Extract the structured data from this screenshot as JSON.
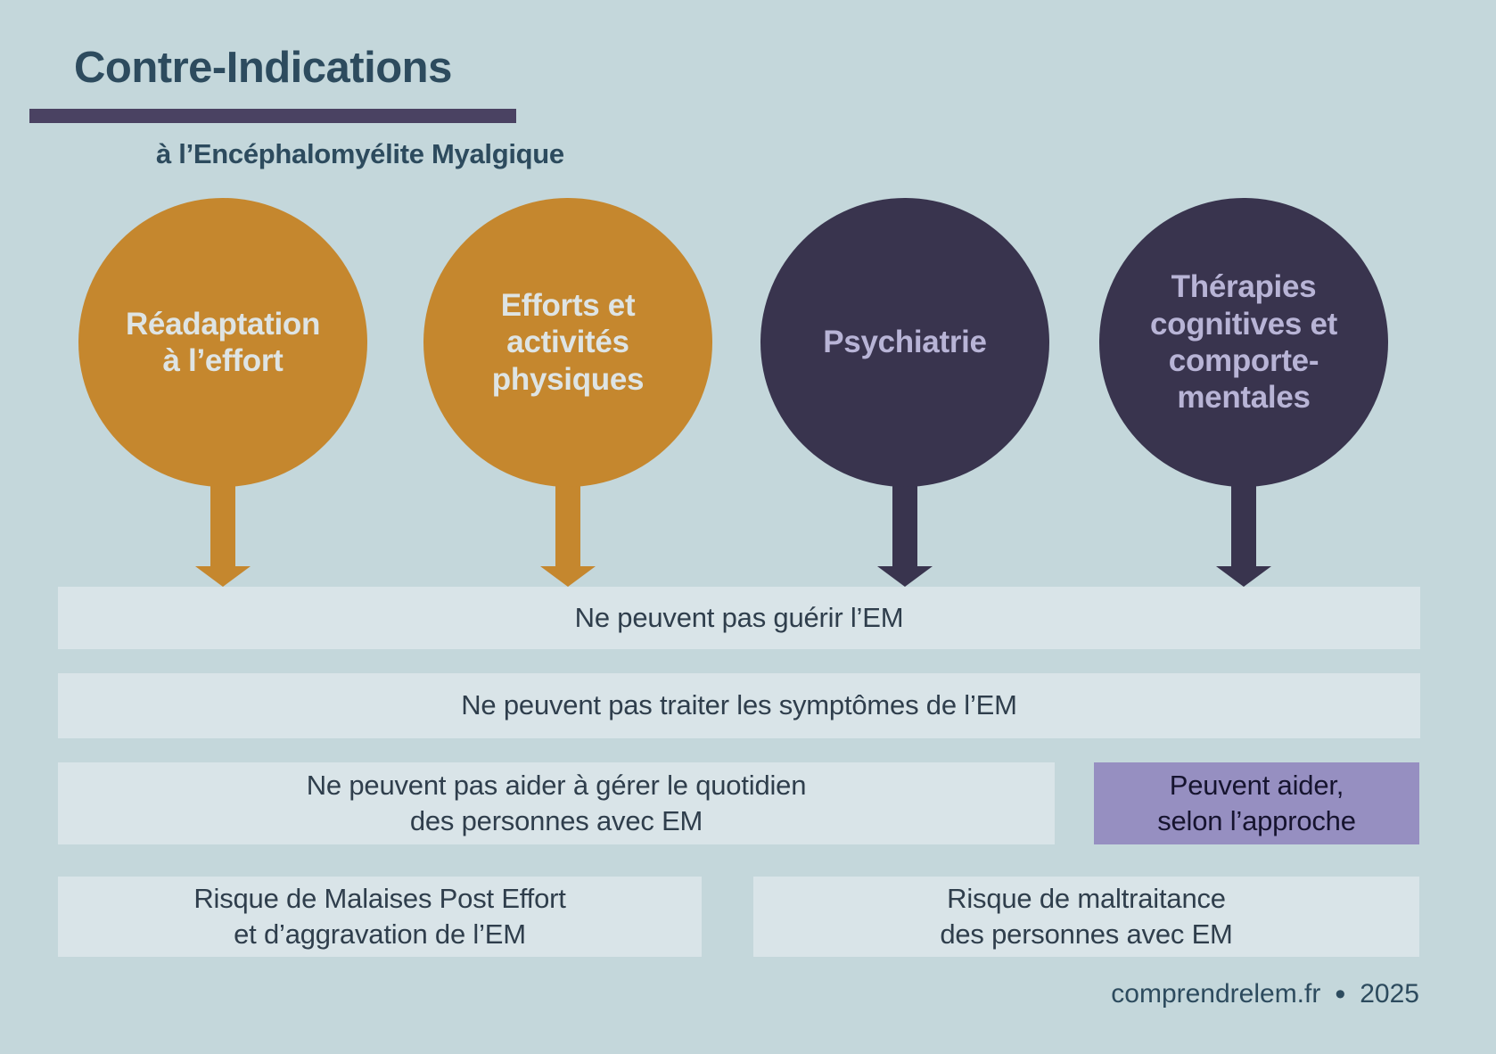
{
  "header": {
    "title": "Contre-Indications",
    "subtitle": "à l’Encéphalomyélite Myalgique"
  },
  "circles": [
    {
      "label": "Réadaptation\nà l’effort",
      "theme": "orange"
    },
    {
      "label": "Efforts et\nactivités\nphysiques",
      "theme": "orange"
    },
    {
      "label": "Psychiatrie",
      "theme": "navy"
    },
    {
      "label": "Thérapies\ncognitives et\ncomporte-\nmentales",
      "theme": "navy"
    }
  ],
  "statements": {
    "cannot_cure": "Ne peuvent pas guérir l’EM",
    "cannot_treat": "Ne peuvent pas traiter les symptômes de l’EM",
    "cannot_help_daily": "Ne peuvent pas aider à gérer le quotidien\ndes personnes avec EM",
    "can_help": "Peuvent aider,\nselon l’approche",
    "risk_pem": "Risque de Malaises Post Effort\net d’aggravation de l’EM",
    "risk_maltreatment": "Risque de maltraitance\ndes personnes avec EM"
  },
  "footer": {
    "site": "comprendrelem.fr",
    "bullet": "•",
    "year": "2025"
  },
  "colors": {
    "bg": "#c4d7db",
    "title": "#2d4b5e",
    "underline": "#4a4262",
    "orange": "#c5872e",
    "navy": "#39344e",
    "circle-text-light": "#dee4e4",
    "circle-text-lavender": "#b8b4d6",
    "bar-bg": "#d9e4e8",
    "bar-text": "#2f3e4c",
    "purple": "#968fc1",
    "purple-text": "#16142f"
  }
}
